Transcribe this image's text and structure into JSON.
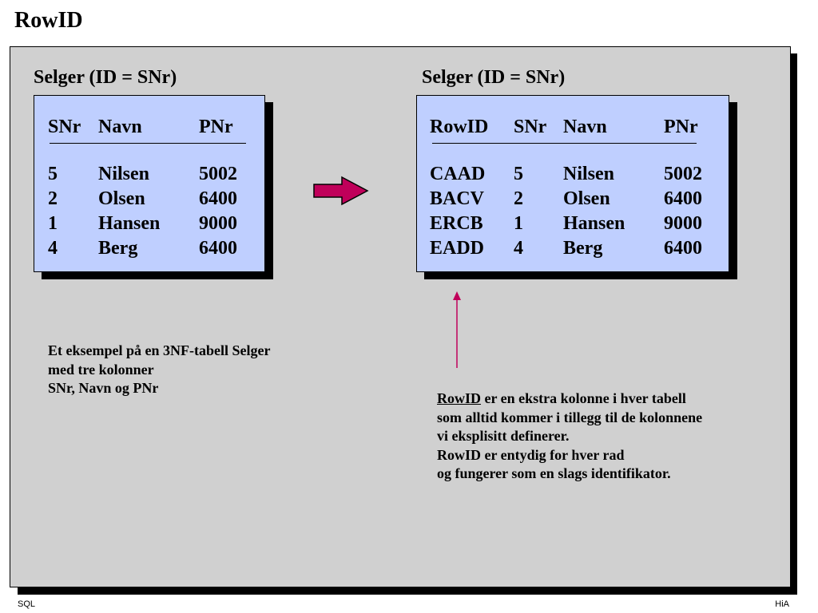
{
  "slide": {
    "title": "RowID"
  },
  "left_table": {
    "caption": "Selger (ID = SNr)",
    "headers": [
      "SNr",
      "Navn",
      "PNr"
    ],
    "rows": [
      [
        "5",
        "Nilsen",
        "5002"
      ],
      [
        "2",
        "Olsen",
        "6400"
      ],
      [
        "1",
        "Hansen",
        "9000"
      ],
      [
        "4",
        "Berg",
        "6400"
      ]
    ]
  },
  "right_table": {
    "caption": "Selger (ID = SNr)",
    "headers": [
      "RowID",
      "SNr",
      "Navn",
      "PNr"
    ],
    "rows": [
      [
        "CAAD",
        "5",
        "Nilsen",
        "5002"
      ],
      [
        "BACV",
        "2",
        "Olsen",
        "6400"
      ],
      [
        "ERCB",
        "1",
        "Hansen",
        "9000"
      ],
      [
        "EADD",
        "4",
        "Berg",
        "6400"
      ]
    ]
  },
  "left_note": {
    "lines": [
      "Et eksempel på en 3NF-tabell Selger",
      "med tre kolonner",
      "SNr, Navn og PNr"
    ]
  },
  "right_note": {
    "term": "RowID",
    "line1_rest": " er en ekstra kolonne i hver tabell",
    "lines": [
      "som alltid kommer i tillegg til de kolonnene",
      "vi eksplisitt definerer.",
      "RowID er entydig for hver rad",
      "og fungerer som en slags identifikator."
    ]
  },
  "colors": {
    "arrow": "#c0005a",
    "table_bg": "#bfcfff",
    "panel_bg": "#d0d0d0"
  },
  "icons": {
    "arrow_right": "arrow-right-icon",
    "arrow_up": "arrow-up-icon"
  },
  "footer": {
    "left": "SQL",
    "right": "HiA"
  }
}
